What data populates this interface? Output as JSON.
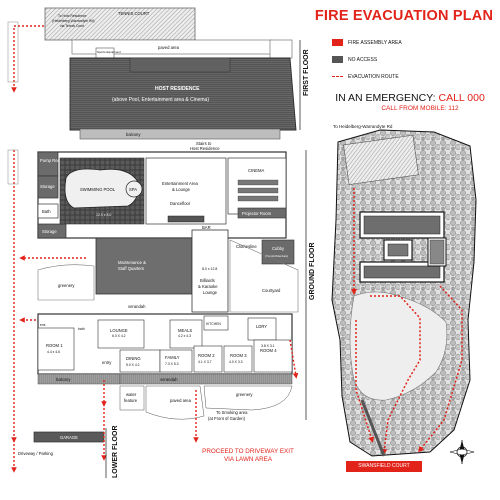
{
  "title": "FIRE EVACUATION PLAN",
  "legend": {
    "assembly": "FIRE ASSEMBLY AREA",
    "no_access": "NO ACCESS",
    "route": "EVACUATION ROUTE"
  },
  "emergency": {
    "text": "IN AN EMERGENCY",
    "sep": ": ",
    "number": "CALL 000",
    "mobile": "CALL FROM MOBILE: 112"
  },
  "floors": {
    "first": "FIRST FLOOR",
    "ground": "GROUND FLOOR",
    "lower": "LOWER FLOOR"
  },
  "notes": {
    "heidelberg": "To Heidelberg-Warrandyte Rd",
    "proceed_1": "PROCEED TO DRIVEWAY EXIT",
    "proceed_2": "VIA LAWN AREA",
    "swansfield": "SWANSFIELD COURT",
    "to_smoking": "To Smoking area",
    "front_garden": "(at Front of Garden)",
    "driveway": "Driveway / Parking",
    "stairs": "Stairs to",
    "stairs2": "Host Residence"
  },
  "first_floor": {
    "host_1": "HOST RESIDENCE",
    "host_2": "(above Pool, Entertainment area & Cinema)",
    "tennis": "TENNIS COURT",
    "paved": "paved area",
    "sports": "Sports Equipment",
    "balcony": "balcony",
    "tennis_note_1": "To Host Residence",
    "tennis_note_2": "(Heidelberg-Warrandyte Rd)",
    "tennis_note_3": "via Tennis Court"
  },
  "ground": {
    "pump": "Pump Room",
    "storage": "Storage",
    "storage2": "Storage",
    "bath": "Bath",
    "pool": "SWIMMING POOL",
    "spa": "SPA",
    "pool_dim": "12.0 x 8.0",
    "ent_1": "Entertainment Area",
    "ent_2": "& Lounge",
    "dance": "Dancefloor",
    "cinema": "CINEMA",
    "projector": "Projector Room",
    "bar": "BAR",
    "maint_1": "Maintenance &",
    "maint_2": "Staff Quarters",
    "billiards_dim": "8.0 x 12.8",
    "billiards_1": "Billiards",
    "billiards_2": "& Karaoke",
    "billiards_3": "Lounge",
    "clothesline": "Clothesline",
    "cubby_1": "Cubby",
    "cubby_2": "(Set Architecture)",
    "courtyard": "Courtyard",
    "greenery": "greenery",
    "greenery2": "greenery",
    "verandah": "verandah",
    "verandah2": "verandah",
    "room1": "ROOM 1",
    "room1_dim": "4.4 x 4.6",
    "lounge": "LOUNGE",
    "lounge_dim": "6.0 X 4.2",
    "meals": "MEALS",
    "meals_dim": "4.2 x 4.3",
    "kitchen": "KITCHEN",
    "ldry": "LDRY",
    "dining": "DINING",
    "dining_dim": "5.0 X 4.2",
    "family": "FAMILY",
    "family_dim": "7.3 X 5.3",
    "room2": "ROOM 2",
    "room2_dim": "4.1 X 3.7",
    "room3": "ROOM 3",
    "room3_dim": "4.0 X 3.3",
    "room4": "ROOM 4",
    "room4_dim": "3.8 X 3.1",
    "entry": "entry",
    "balcony": "balcony",
    "water_1": "water",
    "water_2": "feature",
    "paved": "paved area",
    "garage": "GARAGE",
    "bath2": "bath",
    "ens": "ens"
  },
  "colors": {
    "red": "#e2231a",
    "dark": "#3c3c3c",
    "wall": "#555555",
    "grey": "#9a9a9a",
    "light": "#d8d8d8"
  }
}
